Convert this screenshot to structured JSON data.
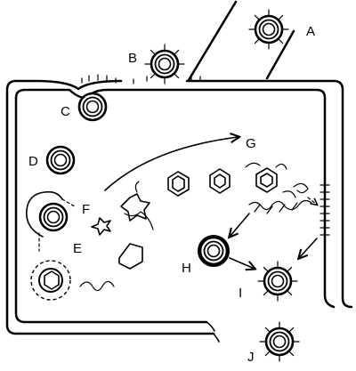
{
  "figure": {
    "labels": {
      "a": "A",
      "b": "B",
      "c": "C",
      "d": "D",
      "e": "E",
      "f": "F",
      "g": "G",
      "h": "H",
      "i": "I",
      "j": "J"
    }
  }
}
